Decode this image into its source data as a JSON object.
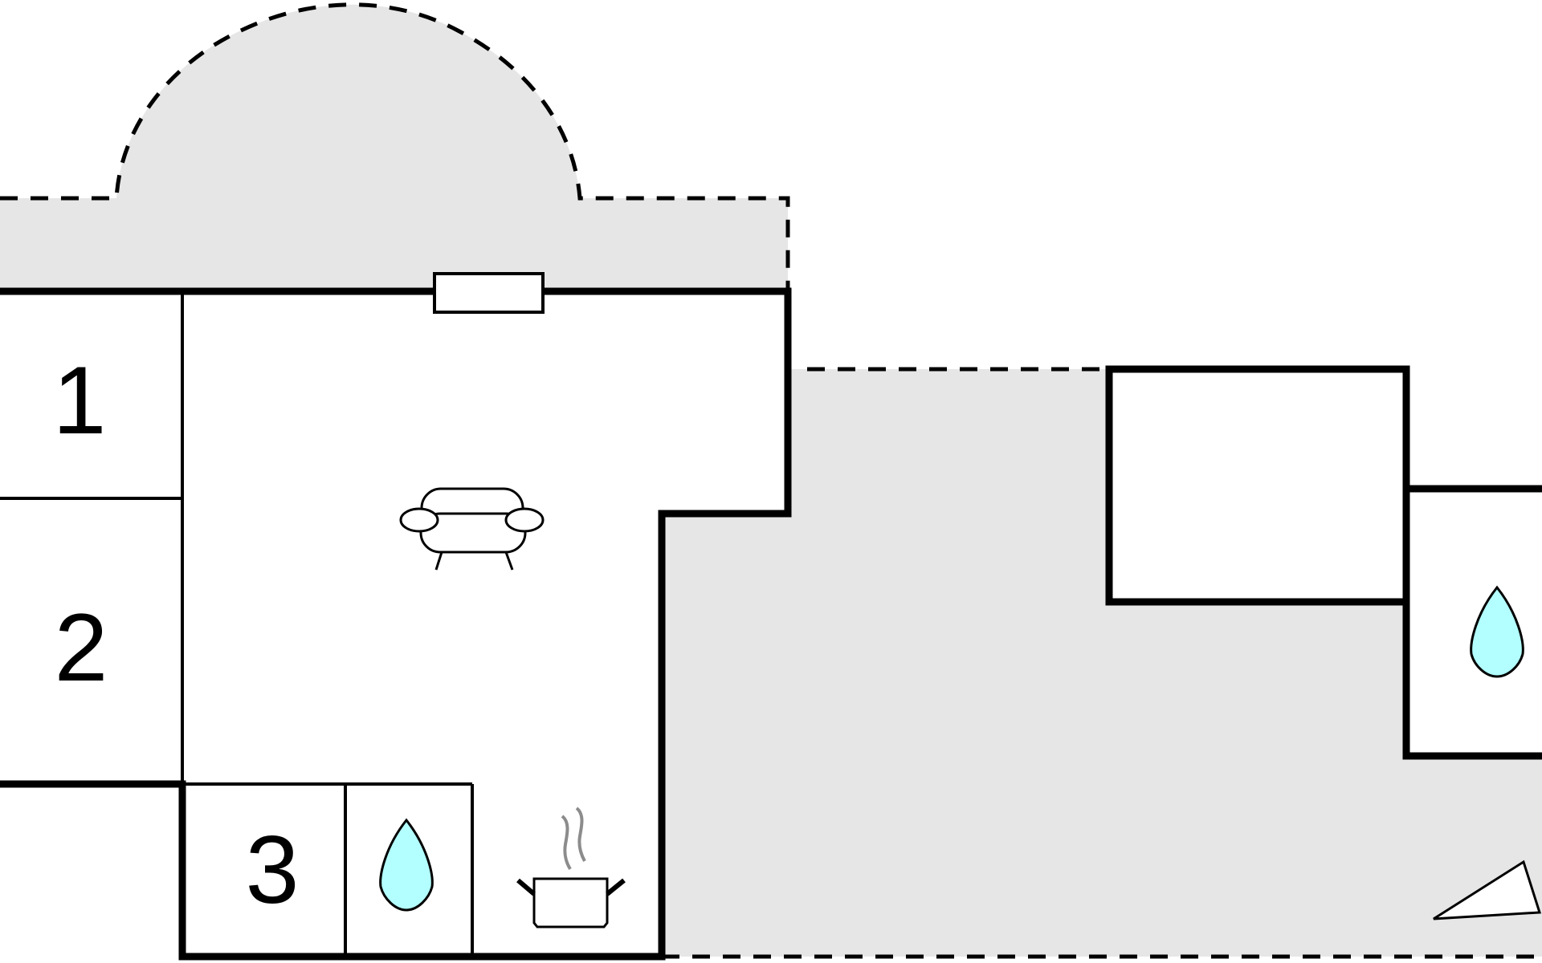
{
  "floorplan": {
    "colors": {
      "outdoor_fill": "#e6e6e6",
      "wall": "#000000",
      "water": "#b3ffff",
      "steam": "#8c8c8c",
      "background": "#ffffff"
    },
    "rooms": [
      {
        "label": "1",
        "type": "bedroom"
      },
      {
        "label": "2",
        "type": "bedroom"
      },
      {
        "label": "3",
        "type": "bedroom"
      }
    ],
    "icons": [
      "sofa-icon",
      "water-drop-icon",
      "water-drop-icon",
      "cooking-pot-icon",
      "compass-north-icon"
    ]
  }
}
